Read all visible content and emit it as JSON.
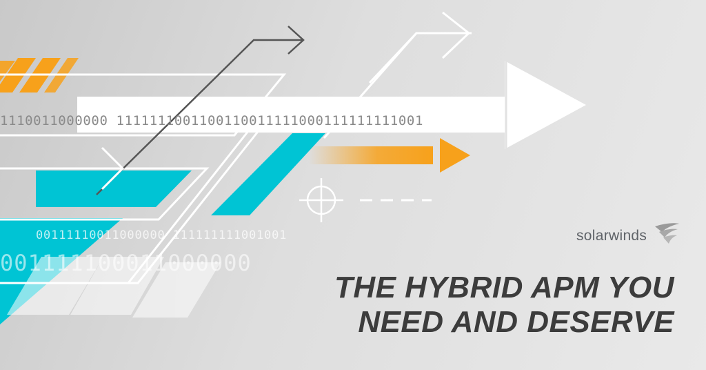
{
  "binary": {
    "bar_text": "1110011000000 1111111001100110011111000111111111001",
    "row_middle": "00111110011000000 111111111001001",
    "row_large": "001111100011000000"
  },
  "brand": {
    "logo_text": "solarwinds",
    "logo_icon": "solarwinds-bird-icon"
  },
  "headline": {
    "line1": "THE HYBRID APM YOU",
    "line2": "NEED AND DESERVE"
  },
  "colors": {
    "orange": "#f7a11b",
    "teal": "#00c4d4",
    "headline": "#3c3c3c",
    "logo_text": "#5f6368"
  }
}
